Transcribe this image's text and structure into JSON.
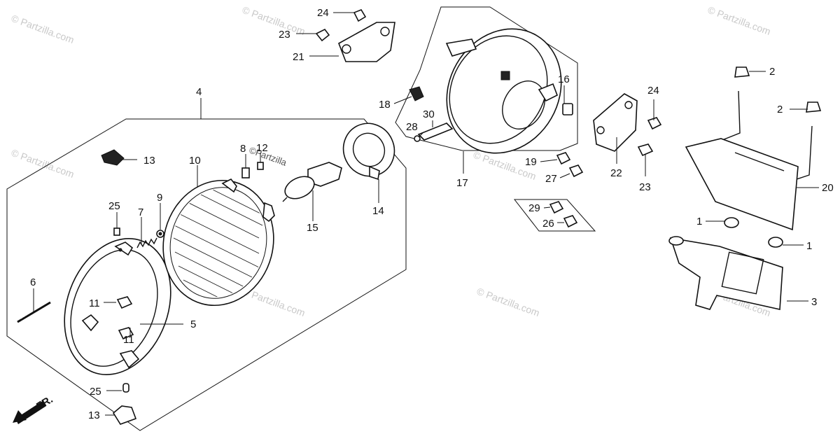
{
  "watermark": "© Partzilla.com",
  "inline_watermark": "©Partzilla",
  "direction_label": "FR.",
  "callouts": {
    "c1a": "1",
    "c1b": "1",
    "c2a": "2",
    "c2b": "2",
    "c3": "3",
    "c4": "4",
    "c5": "5",
    "c6": "6",
    "c7": "7",
    "c8": "8",
    "c9": "9",
    "c10": "10",
    "c11a": "11",
    "c11b": "11",
    "c12": "12",
    "c13a": "13",
    "c13b": "13",
    "c14": "14",
    "c15": "15",
    "c16": "16",
    "c17": "17",
    "c18": "18",
    "c19": "19",
    "c20": "20",
    "c21": "21",
    "c22": "22",
    "c23a": "23",
    "c23b": "23",
    "c24a": "24",
    "c24b": "24",
    "c25a": "25",
    "c25b": "25",
    "c26": "26",
    "c27": "27",
    "c28": "28",
    "c29": "29",
    "c30": "30"
  }
}
